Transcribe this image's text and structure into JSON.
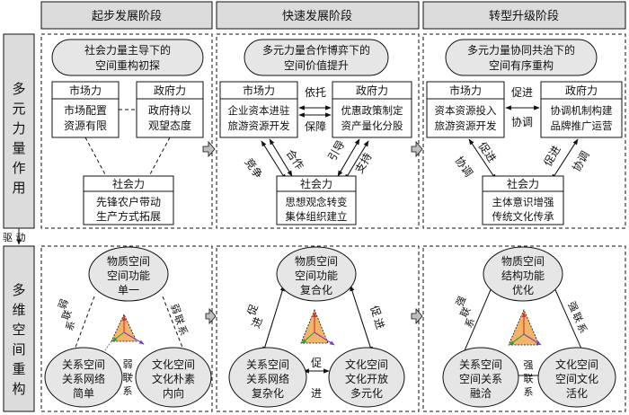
{
  "stages": [
    "起步发展阶段",
    "快速发展阶段",
    "转型升级阶段"
  ],
  "left_labels": {
    "forces": [
      "多",
      "元",
      "力",
      "量",
      "作",
      "用"
    ],
    "drive": "驱 动",
    "spaces": [
      "多",
      "维",
      "空",
      "间",
      "重",
      "构"
    ]
  },
  "top_row": [
    {
      "title_line1": "社会力量主导下的",
      "title_line2": "空间重构初探",
      "market": {
        "name": "市场力",
        "line1": "市场配置",
        "line2": "资源有限"
      },
      "gov": {
        "name": "政府力",
        "line1": "政府持以",
        "line2": "观望态度"
      },
      "social": {
        "name": "社会力",
        "line1": "先锋农户带动",
        "line2": "生产方式拓展"
      }
    },
    {
      "title_line1": "多元力量合作博弈下的",
      "title_line2": "空间价值提升",
      "market": {
        "name": "市场力",
        "line1": "企业资本进驻",
        "line2": "旅游资源开发"
      },
      "gov": {
        "name": "政府力",
        "line1": "优惠政策制定",
        "line2": "资产量化分股"
      },
      "social": {
        "name": "社会力",
        "line1": "思想观念转变",
        "line2": "集体组织建立"
      },
      "edge_top": "依托",
      "edge_bottom": "保障",
      "edge_left_a": "合作",
      "edge_left_b": "竞争",
      "edge_right_a": "引导",
      "edge_right_b": "支持"
    },
    {
      "title_line1": "多元力量协同共治下的",
      "title_line2": "空间有序重构",
      "market": {
        "name": "市场力",
        "line1": "资本资源投入",
        "line2": "旅游资源开发"
      },
      "gov": {
        "name": "政府力",
        "line1": "协调机制构建",
        "line2": "品牌推广运营"
      },
      "social": {
        "name": "社会力",
        "line1": "主体意识增强",
        "line2": "传统文化传承"
      },
      "edge_top_a": "促进",
      "edge_top_b": "协调",
      "edge_left_a": "促进",
      "edge_left_b": "协调",
      "edge_right_a": "促进",
      "edge_right_b": "协调"
    }
  ],
  "bottom_row": [
    {
      "physical": {
        "line1": "物质空间",
        "line2": "空间功能",
        "line3": "单一"
      },
      "relation": {
        "line1": "关系空间",
        "line2": "关系网络",
        "line3": "简单"
      },
      "culture": {
        "line1": "文化空间",
        "line2": "文化朴素",
        "line3": "内向"
      },
      "edge_left": [
        "弱",
        "联",
        "系"
      ],
      "edge_right": [
        "弱",
        "联",
        "系"
      ],
      "edge_bottom": [
        "弱",
        "联",
        "系"
      ]
    },
    {
      "physical": {
        "line1": "物质空间",
        "line2": "空间功能",
        "line3": "复合化"
      },
      "relation": {
        "line1": "关系空间",
        "line2": "关系网络",
        "line3": "复杂化"
      },
      "culture": {
        "line1": "文化空间",
        "line2": "文化开放",
        "line3": "多元化"
      },
      "edge_left": [
        "促",
        "进"
      ],
      "edge_right": [
        "促",
        "进"
      ],
      "edge_bottom_a": "促",
      "edge_bottom_b": "进"
    },
    {
      "physical": {
        "line1": "物质空间",
        "line2": "结构功能",
        "line3": "优化"
      },
      "relation": {
        "line1": "关系空间",
        "line2": "空间关系",
        "line3": "融洽"
      },
      "culture": {
        "line1": "文化空间",
        "line2": "空间文化",
        "line3": "活化"
      },
      "edge_left": [
        "强",
        "联",
        "系"
      ],
      "edge_right": [
        "强",
        "联",
        "系"
      ],
      "edge_bottom": [
        "强",
        "联",
        "系"
      ]
    }
  ]
}
